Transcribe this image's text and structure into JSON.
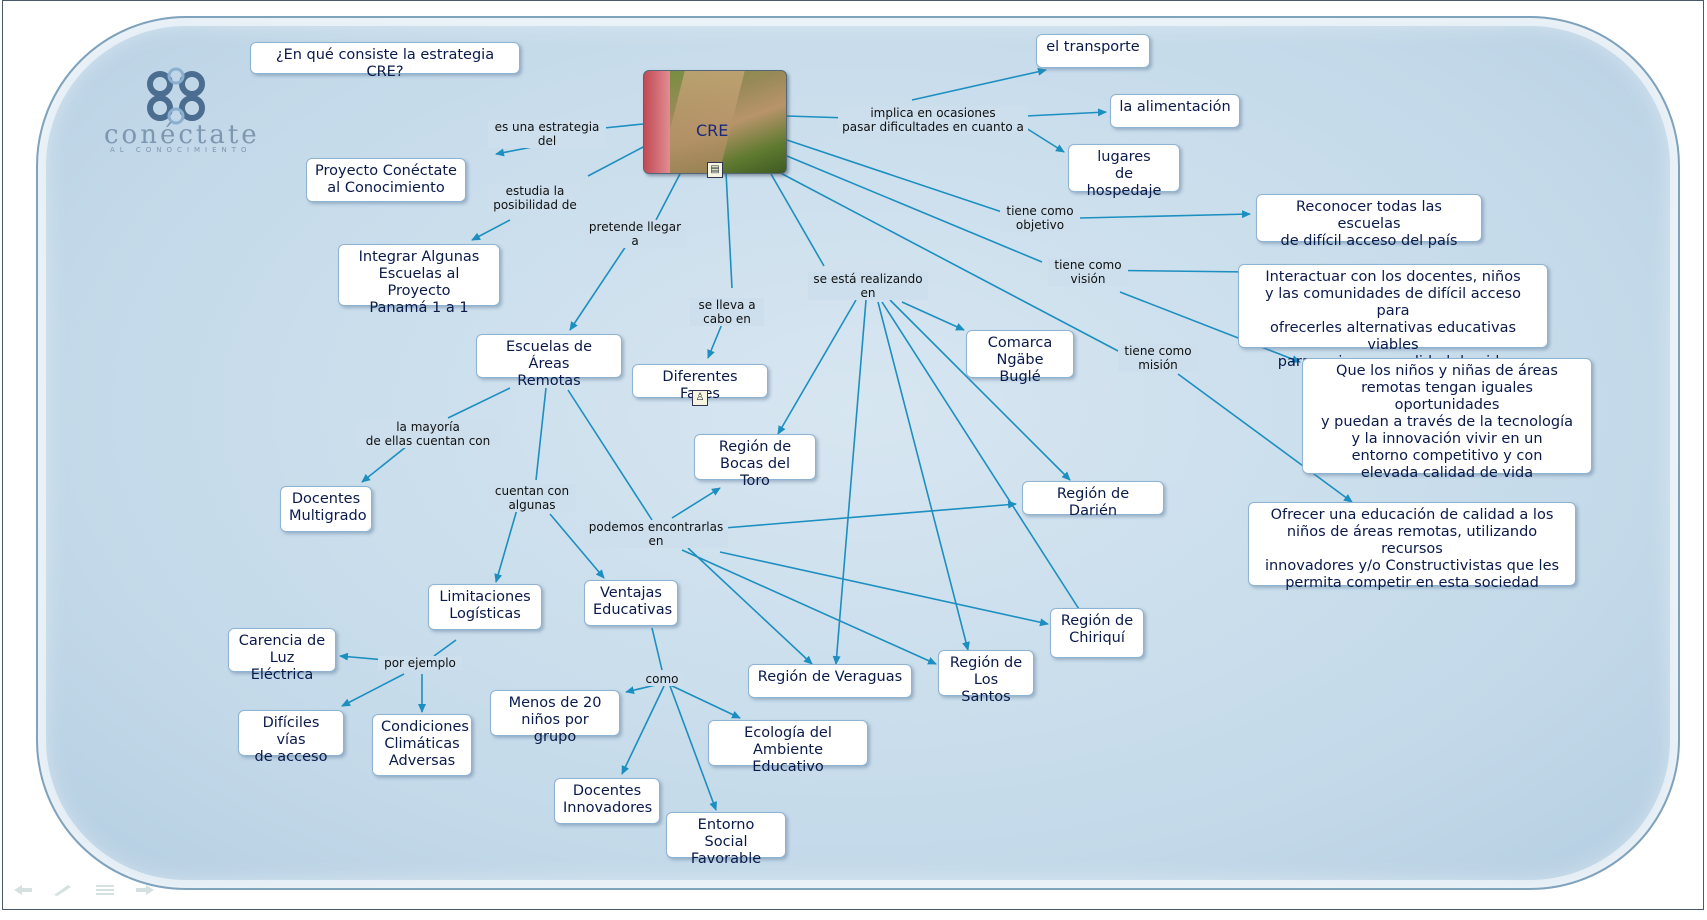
{
  "logo": {
    "text": "conéctate",
    "tagline": "AL CONOCIMIENTO"
  },
  "question": "¿En qué consiste la estrategia CRE?",
  "central": "CRE",
  "nodes": {
    "proyecto": "Proyecto Conéctate\nal Conocimiento",
    "integrar": "Integrar Algunas\nEscuelas al Proyecto\nPanamá 1 a 1",
    "escuelas": "Escuelas de Áreas\nRemotas",
    "fases": "Diferentes Fases",
    "docentes_multigrado": "Docentes\nMultigrado",
    "limitaciones": "Limitaciones\nLogísticas",
    "ventajas": "Ventajas\nEducativas",
    "carencia": "Carencia de\nLuz Eléctrica",
    "dificiles": "Difíciles vías\nde acceso",
    "condiciones": "Condiciones\nClimáticas\nAdversas",
    "menos20": "Menos de 20\nniños por grupo",
    "ecologia": "Ecología del\nAmbiente Educativo",
    "docentes_innov": "Docentes\nInnovadores",
    "entorno": "Entorno Social\nFavorable",
    "bocas": "Región de\nBocas del Toro",
    "veraguas": "Región de Veraguas",
    "lossantos": "Región de\nLos Santos",
    "chiriqui": "Región de\nChiriquí",
    "darien": "Región de Darién",
    "comarca": "Comarca\nNgäbe Buglé",
    "transporte": "el transporte",
    "alimentacion": "la alimentación",
    "hospedaje": "lugares\nde hospedaje",
    "objetivo": "Reconocer todas las escuelas\nde difícil acceso del país",
    "vision": "Interactuar con los docentes, niños\ny las comunidades de difícil acceso para\nofrecerles alternativas educativas viables\npara mejorar su calidad de vida",
    "vision2": "Que los niños y niñas de áreas\nremotas tengan iguales oportunidades\ny puedan a través de la tecnología\ny la innovación vivir en un\nentorno competitivo y con\nelevada calidad de vida",
    "mision": "Ofrecer una educación de calidad a los\nniños de áreas remotas, utilizando recursos\ninnovadores y/o Constructivistas que les\npermita competir en esta sociedad"
  },
  "links": {
    "es_una": "es una estrategia\ndel",
    "estudia": "estudia la\nposibilidad de",
    "pretende": "pretende llegar\na",
    "se_lleva": "se lleva a\ncabo en",
    "se_esta": "se está realizando\nen",
    "implica": "implica en ocasiones\npasar dificultades en cuanto a",
    "objetivo": "tiene como\nobjetivo",
    "vision": "tiene como\nvisión",
    "mision": "tiene como\nmisión",
    "mayoria": "la mayoría\nde ellas cuentan con",
    "cuentan": "cuentan con\nalgunas",
    "podemos": "podemos encontrarlas\nen",
    "por_ejemplo": "por ejemplo",
    "como": "como"
  },
  "colors": {
    "line": "#1c8fc0",
    "board": "#c8dcea",
    "node_border": "#8fb3d2"
  }
}
